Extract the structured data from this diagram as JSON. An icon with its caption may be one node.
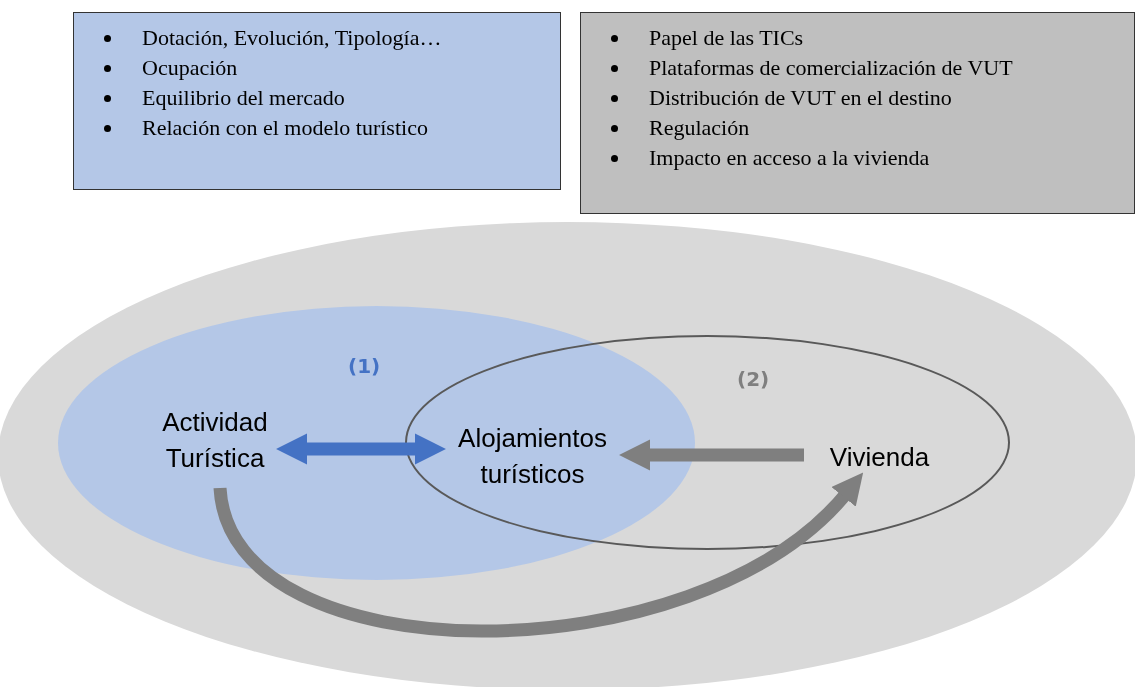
{
  "diagram": {
    "nodes": [
      {
        "text": [
          "Dotación, Evolución, Tipología…",
          "Ocupación",
          "Equilibrio del mercado",
          "Relación con el modelo turístico"
        ]
      },
      {
        "text": [
          "Papel de las TICs",
          "Plataformas de comercialización de VUT",
          "Distribución de VUT en el destino",
          "Regulación",
          "Impacto en acceso a la vivienda"
        ]
      },
      {
        "text": [],
        "shape": "ellipse"
      },
      {
        "text": [
          "(1)"
        ],
        "in": 2
      },
      {
        "text": [
          "(2)"
        ],
        "in": 2
      },
      {
        "text": [
          "Actividad Turística"
        ],
        "in": 3
      },
      {
        "text": [
          "Alojamientos turísticos"
        ]
      },
      {
        "text": [
          "Vivienda"
        ],
        "in": 4
      }
    ],
    "edges": [
      {
        "from": 5,
        "to": 6,
        "arrow": "both",
        "color": "#4472c4"
      },
      {
        "from": 7,
        "to": 6,
        "arrow": "to"
      },
      {
        "from": 5,
        "to": 7,
        "arrow": "to"
      }
    ]
  }
}
